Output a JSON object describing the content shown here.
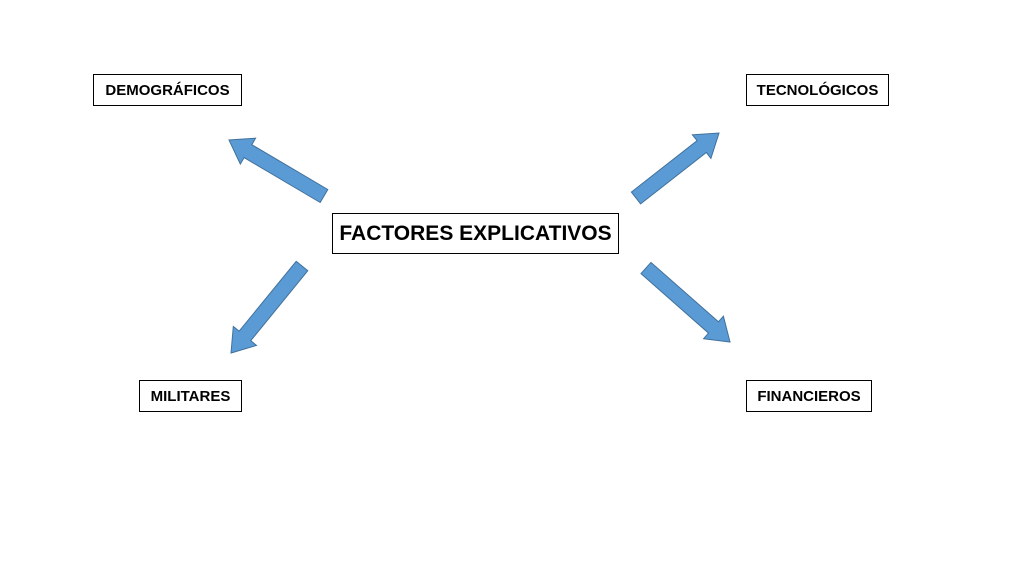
{
  "diagram": {
    "center": {
      "label": "FACTORES EXPLICATIVOS"
    },
    "nodes": {
      "top_left": {
        "label": "DEMOGRÁFICOS"
      },
      "top_right": {
        "label": "TECNOLÓGICOS"
      },
      "bottom_left": {
        "label": "MILITARES"
      },
      "bottom_right": {
        "label": "FINANCIEROS"
      }
    },
    "colors": {
      "arrow_fill": "#5B9BD5",
      "arrow_stroke": "#41719C",
      "box_border": "#000000",
      "text": "#000000"
    }
  }
}
